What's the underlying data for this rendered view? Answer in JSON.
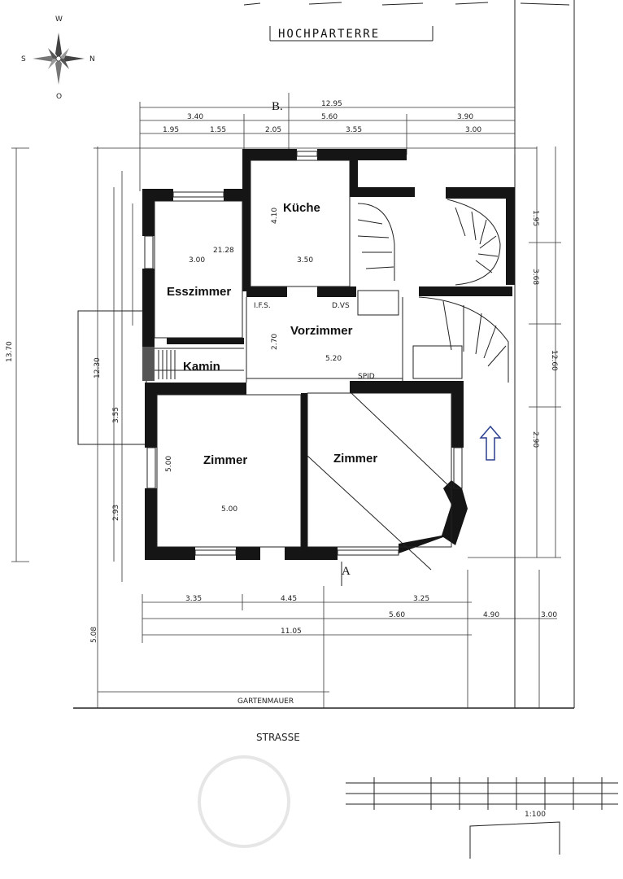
{
  "plan": {
    "title": "HOCHPARTERRE",
    "compass": {
      "w": "W",
      "s": "S",
      "n": "N",
      "o": "O"
    },
    "section_marks": {
      "top": "B.",
      "bottom": "A"
    },
    "rooms": {
      "kueche": "Küche",
      "esszimmer": "Esszimmer",
      "vorzimmer": "Vorzimmer",
      "kamin": "Kamin",
      "zimmer_left": "Zimmer",
      "zimmer_right": "Zimmer"
    },
    "labels": {
      "gartenmauer": "GARTENMAUER",
      "strasse": "STRASSE",
      "scale": "1:100",
      "spid": "SPID",
      "ifs": "I.F.S.",
      "dvs": "D.VS"
    },
    "dimensions": {
      "top_total": "12.95",
      "top_a": "3.40",
      "top_b": "5.60",
      "top_c": "3.90",
      "top_d": "1.95",
      "top_e": "1.55",
      "top_f": "2.05",
      "top_g": "3.55",
      "top_h": "3.00",
      "left_total": "13.70",
      "left_a": "12.30",
      "left_b": "3.55",
      "left_c": "2.93",
      "right_total": "12.60",
      "right_a": "3.68",
      "right_b": "1.95",
      "right_c": "2.90",
      "bottom_a": "3.35",
      "bottom_b": "4.45",
      "bottom_c": "3.25",
      "bottom_d": "5.60",
      "bottom_total": "11.05",
      "bottom_e": "4.90",
      "bottom_f": "3.00",
      "zimmer_w": "5.00",
      "zimmer_h": "5.00",
      "esszimmer_w": "3.00",
      "kueche_w": "3.50",
      "kueche_h": "4.10",
      "vorz_h": "2.70",
      "vorz_w": "5.20",
      "ess_area": "21.28",
      "side_c": "5.08"
    },
    "colors": {
      "ink": "#151515",
      "arrow": "#2a3f8f"
    }
  }
}
